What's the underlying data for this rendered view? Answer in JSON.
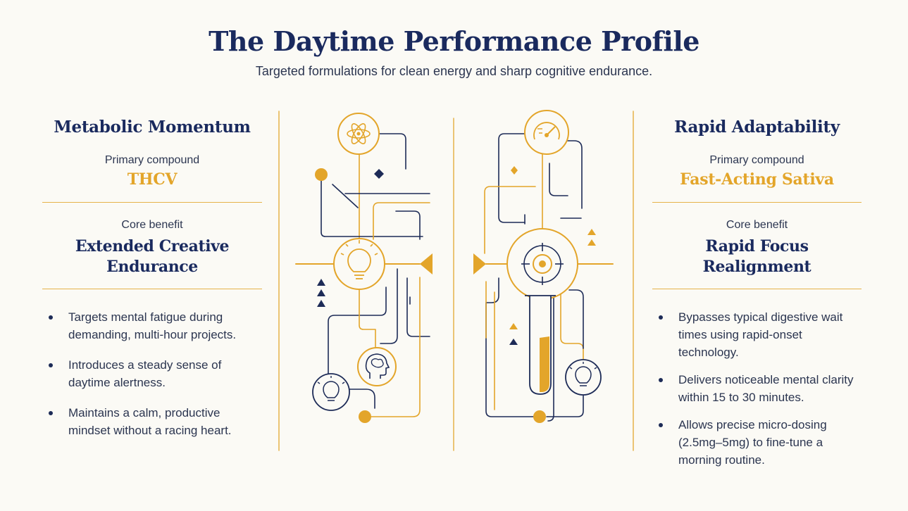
{
  "page": {
    "title": "The Daytime Performance Profile",
    "subtitle": "Targeted formulations for clean energy and sharp cognitive endurance."
  },
  "left": {
    "heading": "Metabolic Momentum",
    "compound_label": "Primary compound",
    "compound": "THCV",
    "benefit_label": "Core benefit",
    "benefit_line1": "Extended Creative",
    "benefit_line2": "Endurance",
    "bullets": [
      "Targets mental fatigue during demanding, multi-hour projects.",
      "Introduces a steady sense of daytime alertness.",
      "Maintains a calm, productive mindset without a racing heart."
    ]
  },
  "right": {
    "heading": "Rapid Adaptability",
    "compound_label": "Primary compound",
    "compound": "Fast-Acting Sativa",
    "benefit_label": "Core benefit",
    "benefit_line1": "Rapid Focus",
    "benefit_line2": "Realignment",
    "bullets": [
      "Bypasses typical digestive wait times using rapid-onset technology.",
      "Delivers noticeable mental clarity within 15 to 30 minutes.",
      "Allows precise micro-dosing (2.5mg–5mg) to fine-tune a morning routine."
    ]
  },
  "colors": {
    "navy": "#1a2a5e",
    "gold": "#e3a52a",
    "background": "#fbfaf5"
  },
  "icons": {
    "left_top": "atom-icon",
    "left_center": "lightbulb-icon",
    "left_bottom_small": "lightbulb-icon",
    "left_bottom_head": "brain-head-icon",
    "right_top": "speedometer-icon",
    "right_center": "target-crosshair-icon",
    "right_bottom_small": "lightbulb-icon",
    "right_tube": "test-tube-icon"
  }
}
